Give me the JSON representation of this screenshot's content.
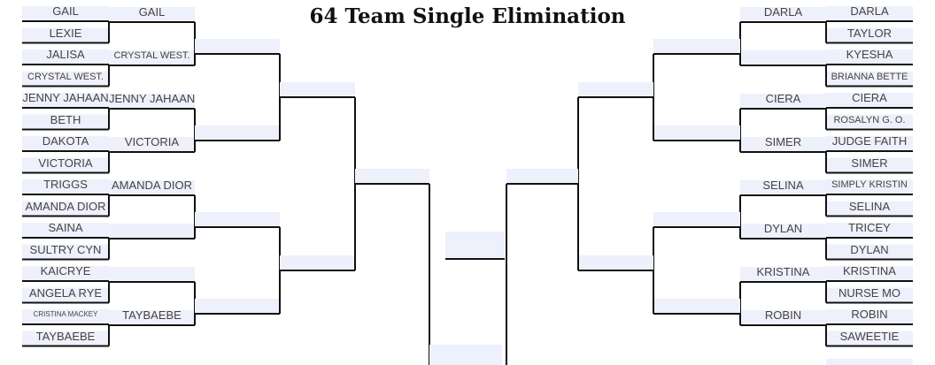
{
  "title": "64 Team Single Elimination",
  "colors": {
    "slot_fill": "#eef0fb",
    "line": "#111111",
    "text": "#444444"
  },
  "left": {
    "round1": [
      "GAIL",
      "LEXIE",
      "JALISA",
      "CRYSTAL WEST.",
      "JENNY JAHAAN",
      "BETH",
      "DAKOTA",
      "VICTORIA",
      "TRIGGS",
      "AMANDA DIOR",
      "SAINA",
      "SULTRY CYN",
      "KAICRYE",
      "ANGELA RYE",
      "CRISTINA MACKEY",
      "TAYBAEBE"
    ],
    "round2": [
      "GAIL",
      "CRYSTAL WEST.",
      "JENNY JAHAAN",
      "VICTORIA",
      "AMANDA DIOR",
      "",
      "",
      "TAYBAEBE"
    ],
    "round3": [
      "",
      "",
      "",
      ""
    ],
    "round4": [
      "",
      ""
    ],
    "round5": [
      ""
    ]
  },
  "right": {
    "round1": [
      "DARLA",
      "TAYLOR",
      "KYESHA",
      "BRIANNA BETTE",
      "CIERA",
      "ROSALYN G. O.",
      "JUDGE FAITH",
      "SIMER",
      "SIMPLY KRISTIN",
      "SELINA",
      "TRICEY",
      "DYLAN",
      "KRISTINA",
      "NURSE MO",
      "ROBIN",
      "SAWEETIE"
    ],
    "round2": [
      "DARLA",
      "",
      "CIERA",
      "SIMER",
      "SELINA",
      "DYLAN",
      "KRISTINA",
      "ROBIN"
    ],
    "round3": [
      "",
      "",
      "",
      ""
    ],
    "round4": [
      "",
      ""
    ],
    "round5": [
      ""
    ]
  },
  "center": [
    ""
  ]
}
